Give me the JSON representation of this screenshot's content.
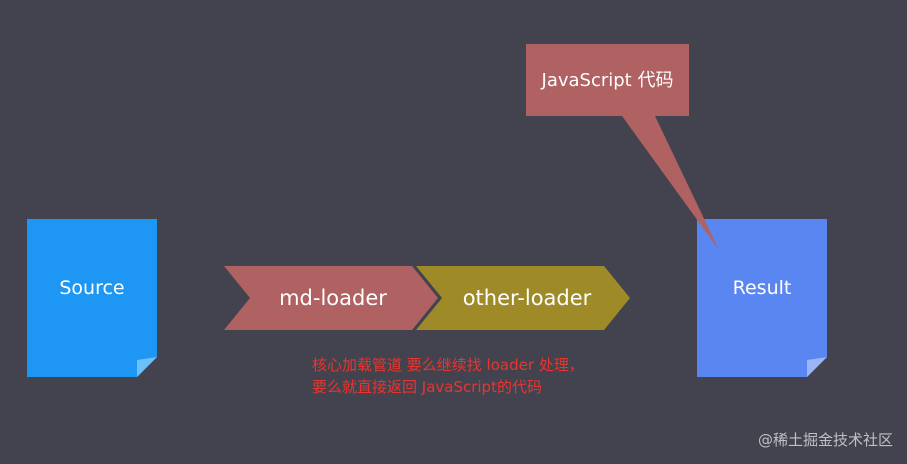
{
  "nodes": {
    "source": {
      "label": "Source",
      "color": "#1d97f3"
    },
    "md_loader": {
      "label": "md-loader",
      "color": "#b06162"
    },
    "other_loader": {
      "label": "other-loader",
      "color": "#9e8a26"
    },
    "result": {
      "label": "Result",
      "color": "#5a86f2"
    }
  },
  "callout": {
    "label": "JavaScript 代码",
    "color": "#b06162"
  },
  "note": {
    "line1": "核心加载管道  要么继续找 loader 处理，",
    "line2": "要么就直接返回 JavaScript的代码",
    "color": "#e8352f"
  },
  "watermark": "@稀土掘金技术社区"
}
